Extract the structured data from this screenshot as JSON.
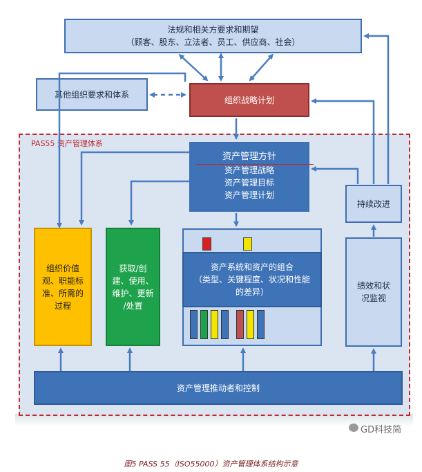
{
  "frame_label": "PAS55 资产管理体系",
  "requirements": {
    "line1": "法规和相关方要求和期望",
    "line2": "（顾客、股东、立法者、员工、供应商、社会）"
  },
  "other_requirements": "其他组织要求和体系",
  "strategy": "组织战略计划",
  "policy": {
    "title": "资产管理方针",
    "items": [
      "资产管理战略",
      "资产管理目标",
      "资产管理计划"
    ]
  },
  "improvement": "持续改进",
  "monitoring": {
    "line1": "绩效和状",
    "line2": "况监视"
  },
  "process": {
    "lines": [
      "组织价值",
      "观、职能标",
      "准、所需的",
      "过程"
    ]
  },
  "lifecycle": {
    "lines": [
      "获取/创",
      "建、使用、",
      "维护、更新",
      "/处置"
    ]
  },
  "portfolio": {
    "lines": [
      "资产系统和资产的组合",
      "（类型、关键程度、状况和性能",
      "的差异）"
    ]
  },
  "enablers": "资产管理推动者和控制",
  "watermark": "GD科技简",
  "caption": "图5  PASS 55（ISO55000）资产管理体系结构示意",
  "colors": {
    "frame_border": "#c0282e",
    "strategy": "#c0504d",
    "process": "#ffc000",
    "lifecycle": "#1ea24b",
    "blue": "#3f73b8",
    "light_blue": "#c9d9f0"
  }
}
